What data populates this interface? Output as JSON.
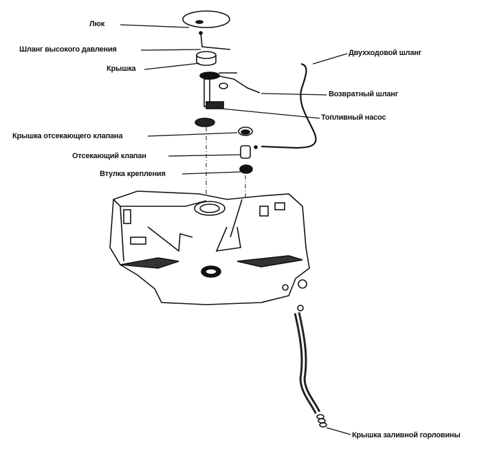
{
  "labels": {
    "hatch": "Люк",
    "high_pressure_hose": "Шланг высокого давления",
    "cover": "Крышка",
    "two_way_hose": "Двухходовой шланг",
    "return_hose": "Возвратный шланг",
    "fuel_pump": "Топливный насос",
    "cutoff_valve_cover": "Крышка отсекающего клапана",
    "cutoff_valve": "Отсекающий клапан",
    "mounting_bushing": "Втулка крепления",
    "filler_cap": "Крышка заливной горловины"
  },
  "colors": {
    "ink": "#111111",
    "background": "#ffffff"
  }
}
